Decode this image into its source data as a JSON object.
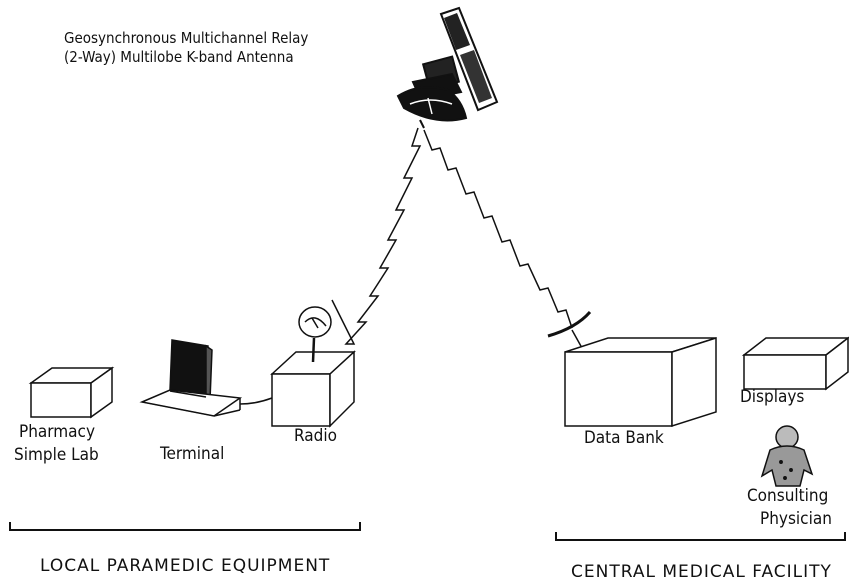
{
  "satellite": {
    "label_line1": "Geosynchronous Multichannel Relay",
    "label_line2": "(2-Way) Multilobe K-band Antenna"
  },
  "local": {
    "pharmacy_line1": "Pharmacy",
    "pharmacy_line2": "Simple Lab",
    "terminal": "Terminal",
    "radio": "Radio",
    "group_label": "LOCAL PARAMEDIC EQUIPMENT"
  },
  "central": {
    "data_bank": "Data Bank",
    "displays": "Displays",
    "physician_line1": "Consulting",
    "physician_line2": "Physician",
    "group_label": "CENTRAL MEDICAL FACILITY"
  },
  "icons": {
    "satellite": "satellite-icon",
    "radio_dish": "dish-antenna-icon",
    "receiver_dish": "dish-antenna-icon",
    "physician": "person-icon"
  }
}
